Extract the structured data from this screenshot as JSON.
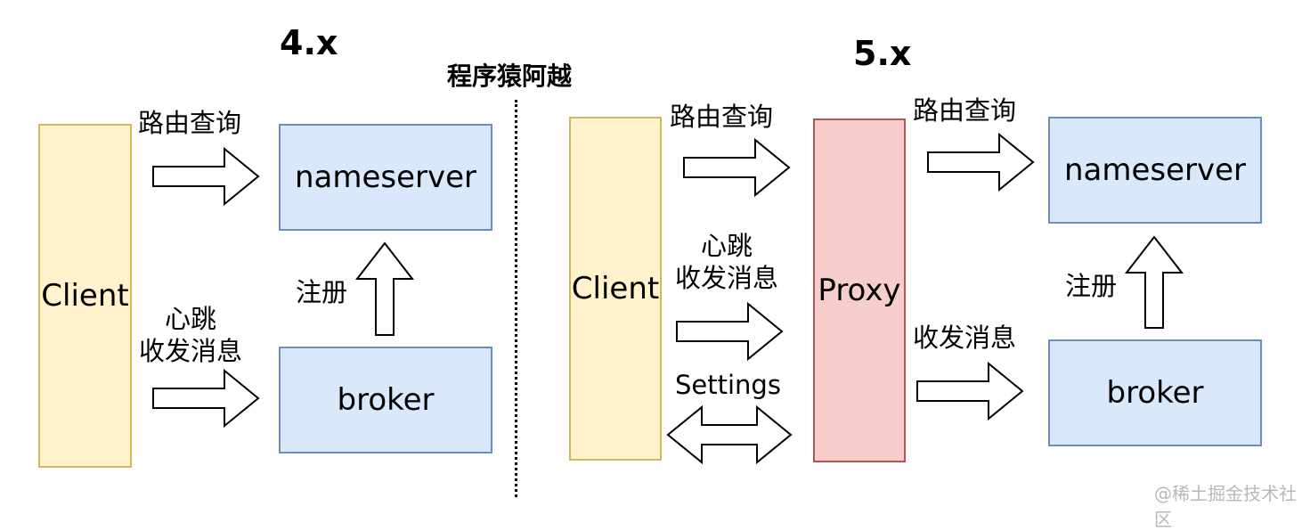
{
  "watermark_top": "程序猿阿越",
  "watermark_corner": "@稀土掘金技术社区",
  "left": {
    "version": "4.x",
    "client": "Client",
    "nameserver": "nameserver",
    "broker": "broker",
    "route_query": "路由查询",
    "heartbeat_line1": "心跳",
    "heartbeat_line2": "收发消息",
    "register": "注册"
  },
  "right": {
    "version": "5.x",
    "client": "Client",
    "proxy": "Proxy",
    "nameserver": "nameserver",
    "broker": "broker",
    "client_route_query": "路由查询",
    "client_heartbeat_line1": "心跳",
    "client_heartbeat_line2": "收发消息",
    "settings": "Settings",
    "proxy_route_query": "路由查询",
    "proxy_send_receive": "收发消息",
    "register": "注册"
  },
  "colors": {
    "client_fill": "#fff2cc",
    "client_stroke": "#d6b656",
    "server_fill": "#dae8fc",
    "server_stroke": "#6c8ebf",
    "proxy_fill": "#f8cecc",
    "proxy_stroke": "#b85450"
  }
}
